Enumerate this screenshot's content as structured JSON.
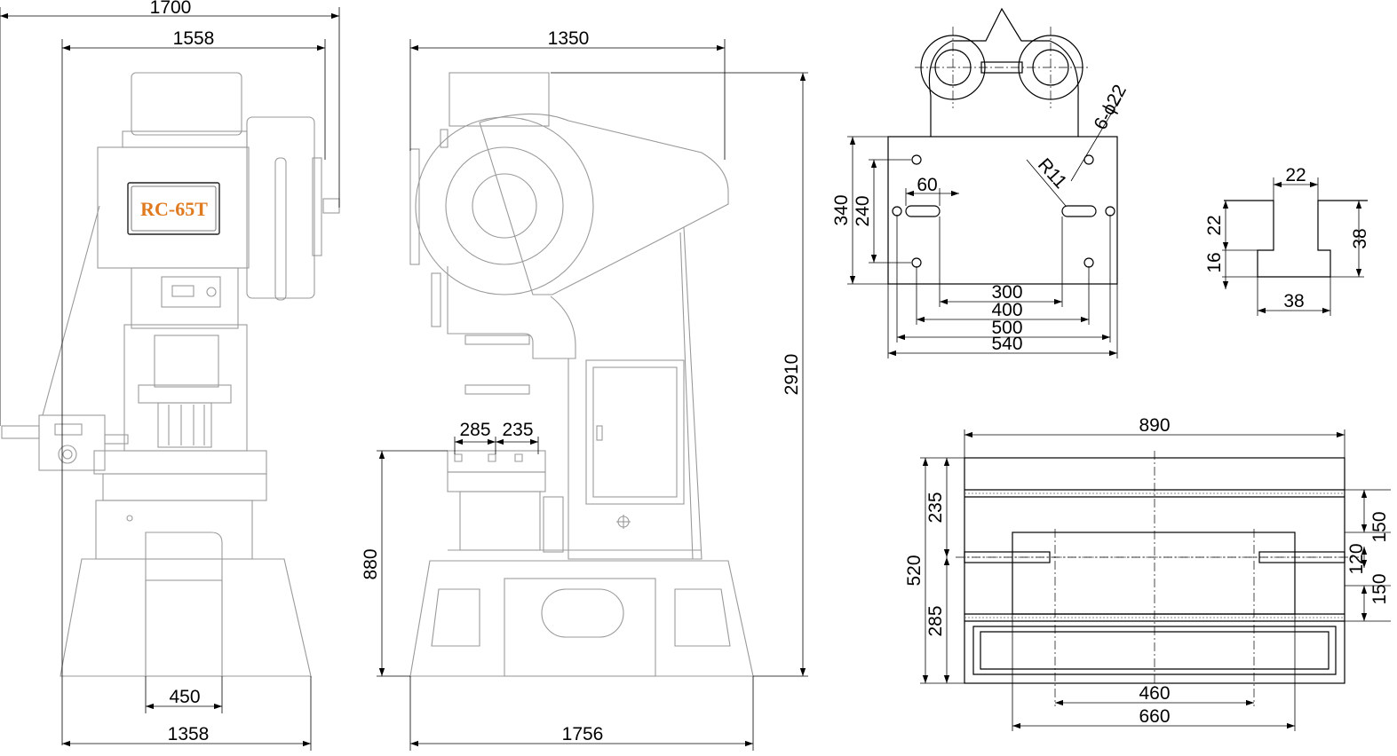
{
  "model_label": "RC-65T",
  "colors": {
    "label_text": "#e07a1f",
    "line": "#000000",
    "face": "#9a9a9a"
  },
  "front_view": {
    "dims": {
      "overall_width": "1700",
      "frame_width": "1558",
      "throat": "450",
      "base_width": "1358"
    }
  },
  "side_view": {
    "dims": {
      "depth": "1350",
      "height": "2910",
      "bed_height": "880",
      "base_depth": "1756",
      "slot_a": "285",
      "slot_b": "235"
    }
  },
  "ram_plate": {
    "dims": {
      "holes": "6-ϕ22",
      "radius": "R11",
      "slot_len": "60",
      "h_340": "340",
      "h_240": "240",
      "w_300": "300",
      "w_400": "400",
      "w_500": "500",
      "w_540": "540"
    }
  },
  "tslot": {
    "dims": {
      "top": "22",
      "h_22": "22",
      "h_16": "16",
      "h_38": "38",
      "bottom": "38"
    }
  },
  "bolster": {
    "dims": {
      "width": "890",
      "d_235": "235",
      "d_520": "520",
      "d_285": "285",
      "r_150a": "150",
      "r_120": "120",
      "r_150b": "150",
      "w_460": "460",
      "w_660": "660"
    }
  }
}
